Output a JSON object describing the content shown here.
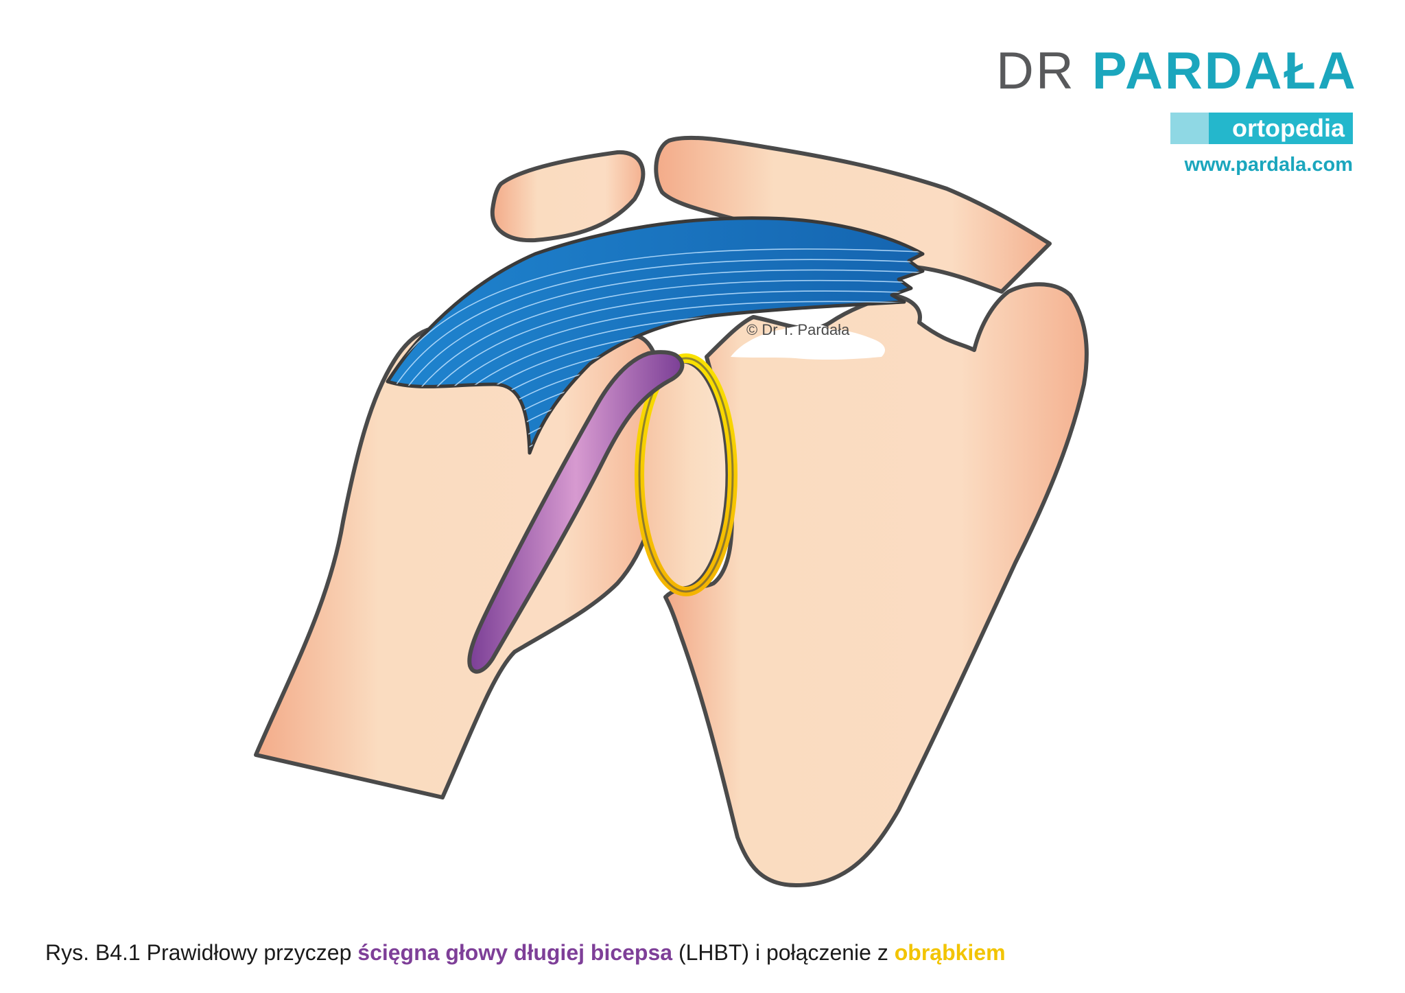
{
  "brand": {
    "title_dr": "DR",
    "title_name": "PARDAŁA",
    "subtitle": "ortopedia",
    "url": "www.pardala.com",
    "colors": {
      "teal": "#1ba6bd",
      "gray": "#58595b"
    }
  },
  "illustration": {
    "copyright": "© Dr T. Pardała",
    "colors": {
      "bone": "#fadcc0",
      "bone_shade": "#f2a988",
      "tendon_lhbt": "#8a4fa0",
      "labrum": "#f7d200",
      "rotator_cuff": "#1b78c4",
      "outline": "#4a4a4a"
    }
  },
  "caption": {
    "prefix": "Rys. B4.1 Prawidłowy przyczep ",
    "highlight_tendon": "ścięgna głowy długiej bicepsa",
    "middle": " (LHBT) i połączenie z ",
    "highlight_labrum": "obrąbkiem"
  }
}
